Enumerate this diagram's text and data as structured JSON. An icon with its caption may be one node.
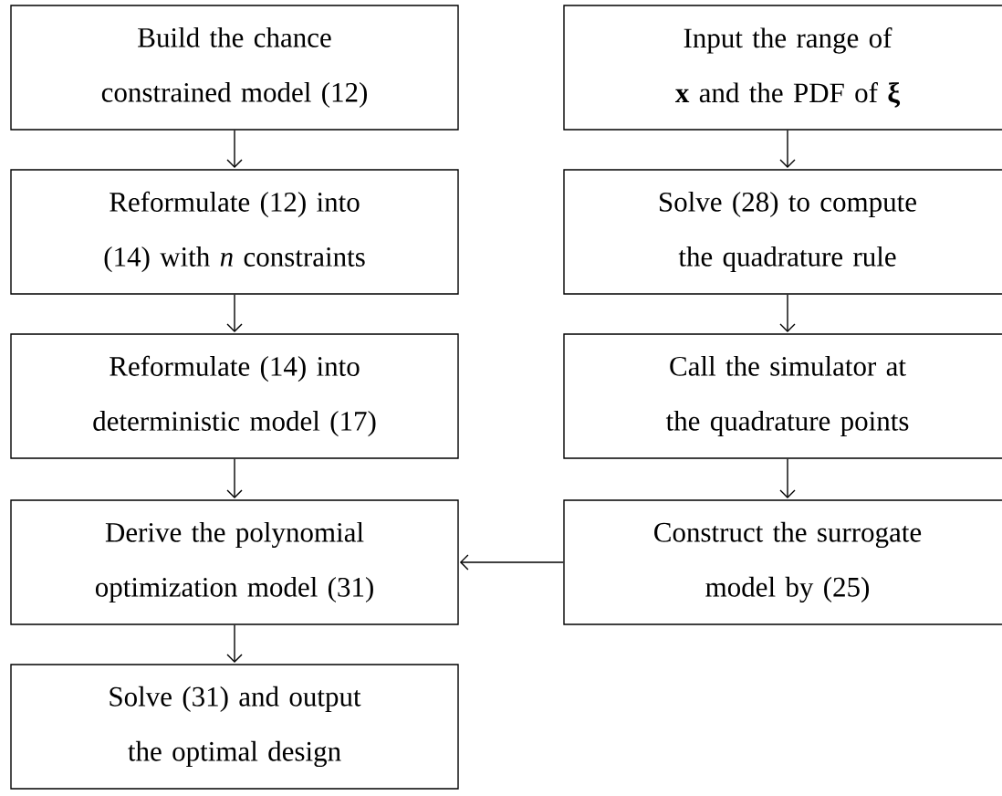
{
  "diagram": {
    "nodes": [
      {
        "text": [
          "Build the chance constrained model (12)"
        ]
      },
      {
        "text": [
          "Reformulate (12) into (14) with *n* constraints"
        ]
      },
      {
        "text": [
          "Reformulate (14) into deterministic model (17)"
        ]
      },
      {
        "text": [
          "Derive the polynomial optimization model (31)"
        ]
      },
      {
        "text": [
          "Solve (31) and output the optimal design"
        ]
      },
      {
        "text": [
          "Input the range of **x** and the PDF of **ξ**"
        ]
      },
      {
        "text": [
          "Solve (28) to compute the quadrature rule"
        ]
      },
      {
        "text": [
          "Call the simulator at the quadrature points"
        ]
      },
      {
        "text": [
          "Construct the surrogate model by (25)"
        ]
      }
    ],
    "edges": [
      {
        "from": 0,
        "to": 1,
        "arrow": "to"
      },
      {
        "from": 1,
        "to": 2,
        "arrow": "to"
      },
      {
        "from": 2,
        "to": 3,
        "arrow": "to"
      },
      {
        "from": 3,
        "to": 4,
        "arrow": "to"
      },
      {
        "from": 5,
        "to": 6,
        "arrow": "to"
      },
      {
        "from": 6,
        "to": 7,
        "arrow": "to"
      },
      {
        "from": 7,
        "to": 8,
        "arrow": "to"
      },
      {
        "from": 8,
        "to": 3,
        "arrow": "to"
      }
    ]
  }
}
